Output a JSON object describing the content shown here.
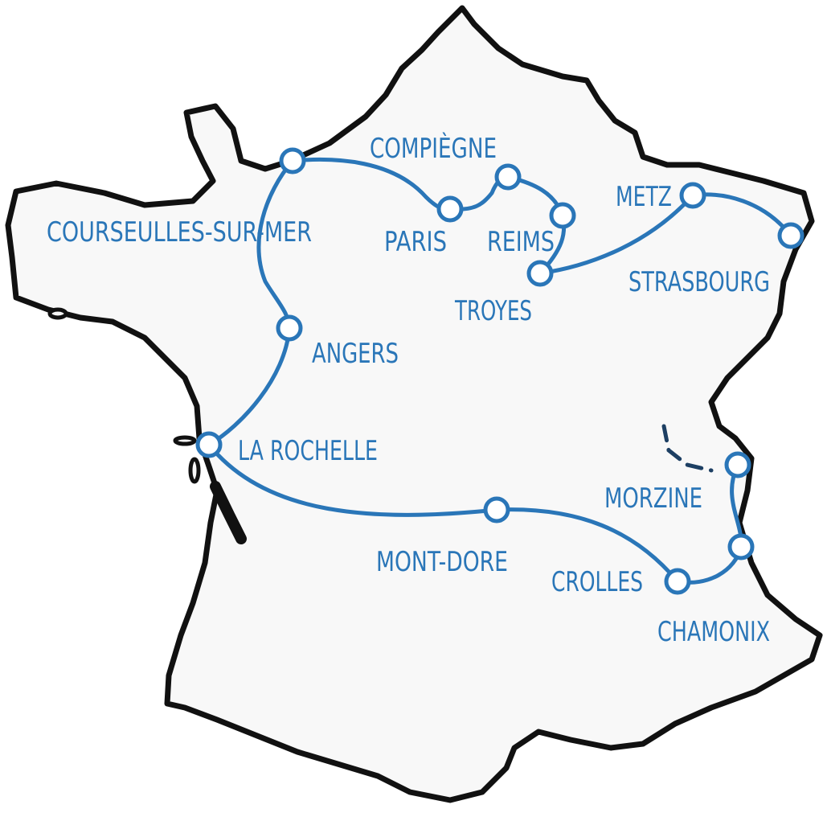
{
  "colors": {
    "route": "#2a76b8",
    "land": "#f8f8f8",
    "outline": "#111111",
    "border_dash": "#1d3f63"
  },
  "cities": [
    {
      "key": "courseulles",
      "label": "COURSEULLES-SUR-MER"
    },
    {
      "key": "compiegne",
      "label": "COMPIÈGNE"
    },
    {
      "key": "paris",
      "label": "PARIS"
    },
    {
      "key": "reims",
      "label": "REIMS"
    },
    {
      "key": "troyes",
      "label": "TROYES"
    },
    {
      "key": "metz",
      "label": "METZ"
    },
    {
      "key": "strasbourg",
      "label": "STRASBOURG"
    },
    {
      "key": "angers",
      "label": "ANGERS"
    },
    {
      "key": "larochelle",
      "label": "LA ROCHELLE"
    },
    {
      "key": "montdore",
      "label": "MONT-DORE"
    },
    {
      "key": "crolles",
      "label": "CROLLES"
    },
    {
      "key": "chamonix",
      "label": "CHAMONIX"
    },
    {
      "key": "morzine",
      "label": "MORZINE"
    }
  ]
}
